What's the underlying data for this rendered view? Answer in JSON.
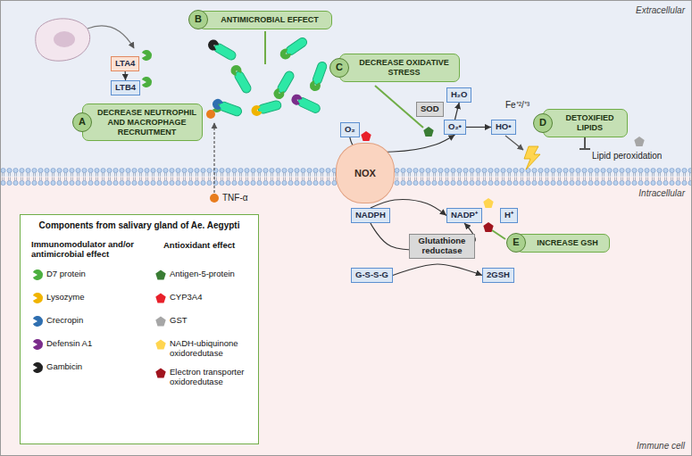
{
  "diagram": {
    "nodes": [
      {
        "text": [
          "B",
          "ANTIMICROBIAL EFFECT"
        ]
      },
      {
        "text": [
          "LTA4"
        ]
      },
      {
        "text": [
          "LTB4"
        ]
      },
      {
        "text": [
          "C",
          "DECREASE OXIDATIVE STRESS"
        ]
      },
      {
        "text": [
          "H₂O"
        ]
      },
      {
        "text": [
          "SOD"
        ]
      },
      {
        "text": [
          "A",
          "DECREASE NEUTROPHIL AND MACROPHAGE RECRUITMENT"
        ]
      },
      {
        "text": [
          "O₂"
        ]
      },
      {
        "text": [
          "O₂•"
        ]
      },
      {
        "text": [
          "HO•"
        ]
      },
      {
        "text": [
          "D",
          "DETOXIFIED LIPIDS"
        ]
      },
      {
        "text": [
          "NOX"
        ]
      },
      {
        "text": [
          "NADPH"
        ]
      },
      {
        "text": [
          "NADP⁺"
        ]
      },
      {
        "text": [
          "H⁺"
        ]
      },
      {
        "text": [
          "Components from salivary gland of Ae. Aegypti",
          "Immunomodulator and/or antimicrobial effect",
          "Antioxidant effect"
        ]
      },
      {
        "text": [
          "E",
          "INCREASE GSH"
        ]
      },
      {
        "text": [
          "Glutathione reductase"
        ]
      },
      {
        "text": [
          "G-S-S-G"
        ]
      },
      {
        "text": [
          "2GSH"
        ]
      }
    ],
    "edges": [
      {
        "from": 1,
        "to": 2,
        "arrow": "to"
      },
      {
        "from": 7,
        "to": 8,
        "arrow": "to"
      },
      {
        "from": 8,
        "to": 4,
        "arrow": "to"
      },
      {
        "from": 8,
        "to": 9,
        "arrow": "to"
      },
      {
        "from": 12,
        "to": 13,
        "arrow": "to"
      },
      {
        "from": 12,
        "to": 13,
        "arrow": "to"
      },
      {
        "from": 18,
        "to": 19,
        "arrow": "to"
      }
    ],
    "labels": [
      "Extracellular",
      "Intracellular",
      "Immune cell",
      "TNF-α",
      "Fe⁺²/⁺³",
      "Lipid peroxidation"
    ],
    "legend": [
      {
        "text": "D7 protein"
      },
      {
        "text": "Lysozyme"
      },
      {
        "text": "Crecropin"
      },
      {
        "text": "Defensin A1"
      },
      {
        "text": "Gambicin"
      },
      {
        "text": "Antigen-5-protein"
      },
      {
        "text": "CYP3A4"
      },
      {
        "text": "GST"
      },
      {
        "text": "NADH-ubiquinone oxidoredutase"
      },
      {
        "text": "Electron transporter oxidoredutase"
      }
    ]
  }
}
